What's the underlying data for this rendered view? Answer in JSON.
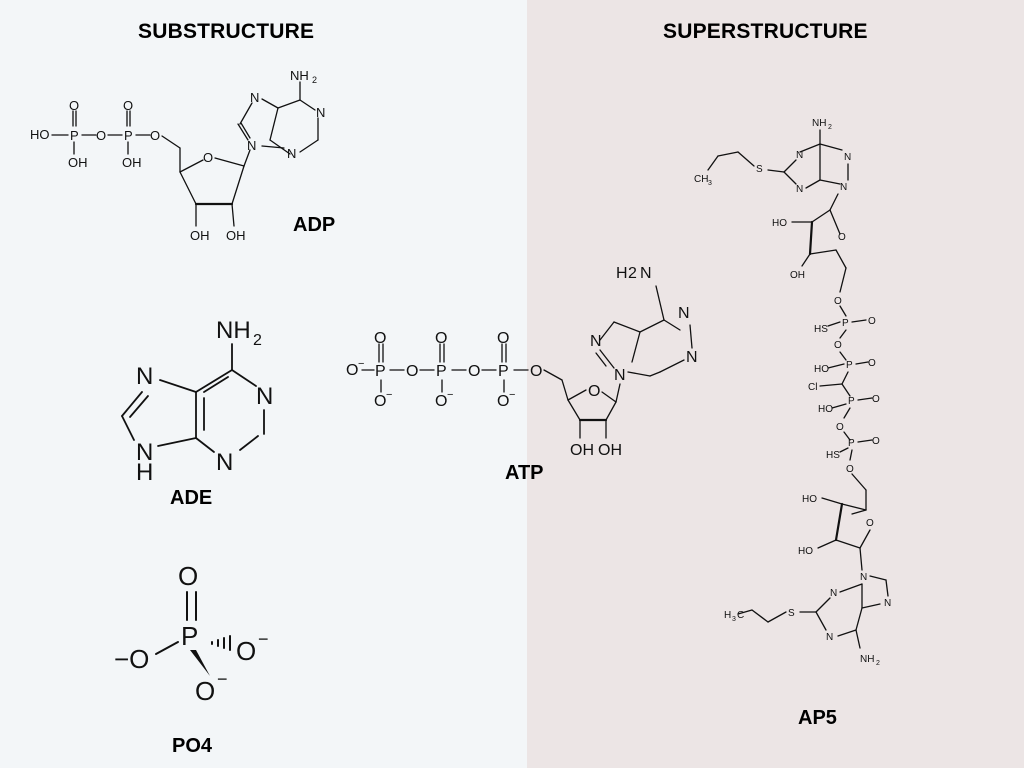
{
  "headings": {
    "left": "SUBSTRUCTURE",
    "right": "SUPERSTRUCTURE"
  },
  "molecules": [
    {
      "id": "ADP",
      "label": "ADP"
    },
    {
      "id": "ADE",
      "label": "ADE"
    },
    {
      "id": "PO4",
      "label": "PO4"
    },
    {
      "id": "ATP",
      "label": "ATP"
    },
    {
      "id": "AP5",
      "label": "AP5"
    }
  ],
  "colors": {
    "substructure_panel": "#f3f6f8",
    "superstructure_panel": "#ece5e5",
    "text": "#000000"
  }
}
